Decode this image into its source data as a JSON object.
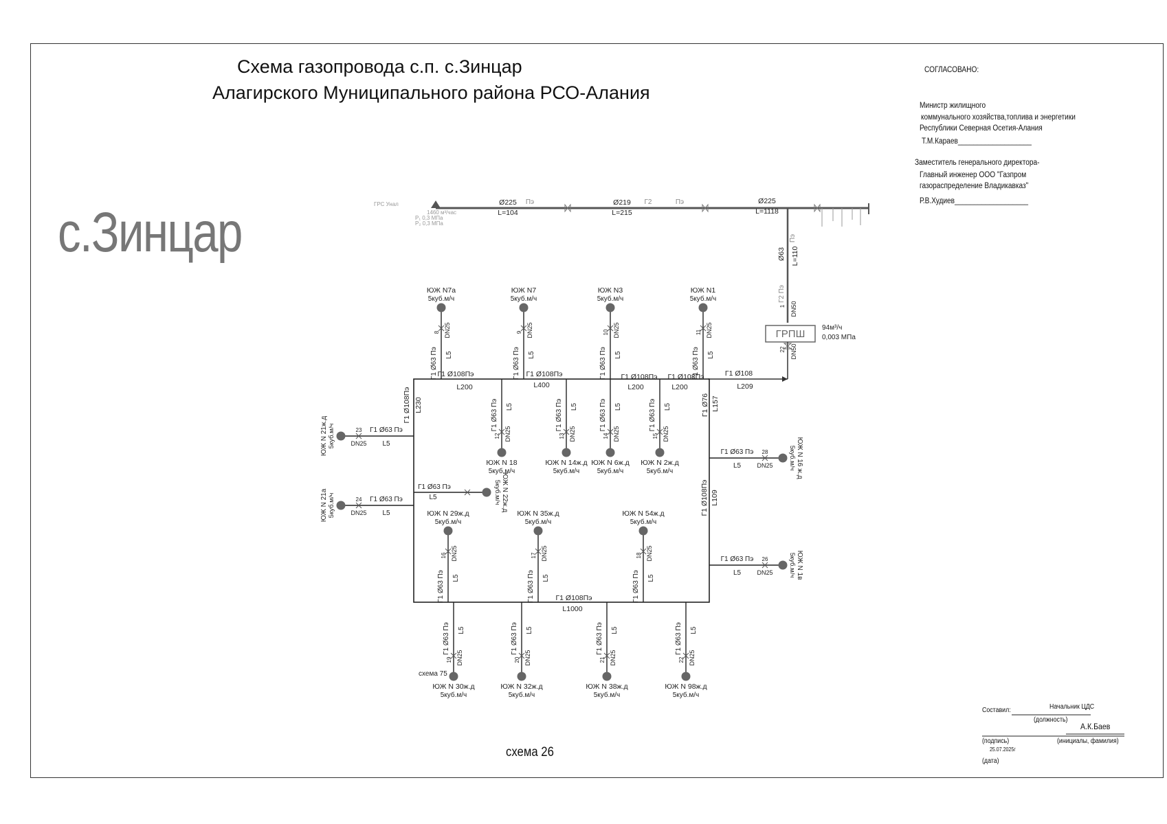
{
  "title": {
    "line1": "Схема газопровода с.п. с.Зинцар",
    "line2": "Алагирского  Муниципального района РСО-Алания"
  },
  "village_name": "с.Зинцар",
  "approval": {
    "heading": "СОГЛАСОВАНО:",
    "block1": [
      "Министр жилищного",
      "коммунального  хозяйства,топлива и энергетики",
      "Республики Северная Осетия-Алания",
      "Т.М.Караев___________________"
    ],
    "block2": [
      "Заместитель генерального директора-",
      "Главный инженер  ООО \"Газпром",
      "газораспределение Владикавказ\"",
      "Р.В.Худиев___________________"
    ]
  },
  "signature": {
    "compiled": "Составил:",
    "position_value": "Начальник ЦДС",
    "position_caption": "(должность)",
    "name_value": "А.К.Баев",
    "sign_caption": "(подпись)",
    "name_caption": "(инициалы, фамилия)",
    "date_value": "25.07.2025г",
    "date_caption": "(дата)"
  },
  "scheme_number": "схема 26",
  "diagram": {
    "source": {
      "label": "ГРС Унал",
      "flow": "1460 м³/час",
      "p_in": "Р₁ 0,3 МПа",
      "p_out": "Р₂ 0,3 МПа"
    },
    "main_segments": [
      {
        "dia": "Ø225",
        "mat": "Пэ",
        "len": "L=104"
      },
      {
        "dia": "Ø219",
        "mat": "Г2",
        "mat2": "Пэ",
        "len": "L=215"
      },
      {
        "dia": "Ø225",
        "mat": "",
        "len": "L=1118"
      }
    ],
    "riser": {
      "dia": "Ø63",
      "mat": "Пэ",
      "len": "L=110",
      "code": "Г2 Пэ",
      "valve": "1",
      "dn": "DN50"
    },
    "grp": {
      "label": "ГРПШ",
      "flow": "94м³/ч",
      "pressure": "0,003 МПа",
      "valve": "22",
      "dn": "DN50"
    },
    "feed": {
      "code": "Г1",
      "dia": "Ø108",
      "len": "L209"
    },
    "loop": [
      {
        "text": "Г1 Ø108Пэ",
        "len": "L200"
      },
      {
        "text": "Г1 Ø108Пэ",
        "len": "L400"
      },
      {
        "text": "Г1 Ø108Пэ",
        "len": "L200"
      },
      {
        "text": "Г1 Ø108Пэ",
        "len": "L200"
      },
      {
        "text": "Г1 Ø108Пэ",
        "len": "L230"
      },
      {
        "text": "Г1 Ø108Пэ",
        "len": "L109"
      },
      {
        "text": "Г1 Ø108Пэ",
        "len": "L1000"
      },
      {
        "text": "Г1  Ø76",
        "len": "L157"
      }
    ],
    "branch_pipe": "Г1 Ø63 Пэ",
    "branch_len": "L5",
    "dn": "DN25",
    "consumers_top": [
      {
        "name": "ЮЖ N7а",
        "flow": "5куб.м/ч",
        "valve": "8"
      },
      {
        "name": "ЮЖ N7",
        "flow": "5куб.м/ч",
        "valve": "9"
      },
      {
        "name": "ЮЖ N3",
        "flow": "5куб.м/ч",
        "valve": "10"
      },
      {
        "name": "ЮЖ N1",
        "flow": "5куб.м/ч",
        "valve": "11"
      }
    ],
    "consumers_inner_top": [
      {
        "name": "ЮЖ N 18",
        "flow": "5куб.м/ч",
        "valve": "12"
      },
      {
        "name": "ЮЖ N 14ж.д",
        "flow": "5куб.м/ч",
        "valve": "13"
      },
      {
        "name": "ЮЖ N 6ж.д",
        "flow": "5куб.м/ч",
        "valve": "14"
      },
      {
        "name": "ЮЖ N 2ж.д",
        "flow": "5куб.м/ч",
        "valve": "15"
      }
    ],
    "consumers_inner_bottom": [
      {
        "name": "ЮЖ N 29ж.д",
        "flow": "5куб.м/ч",
        "valve": "16"
      },
      {
        "name": "ЮЖ N 35ж.д",
        "flow": "5куб.м/ч",
        "valve": "17"
      },
      {
        "name": "ЮЖ N 54ж.д",
        "flow": "5куб.м/ч",
        "valve": "18"
      }
    ],
    "consumers_bottom": [
      {
        "name": "ЮЖ N 30ж.д",
        "flow": "5куб.м/ч",
        "valve": "19"
      },
      {
        "name": "ЮЖ N 32ж.д",
        "flow": "5куб.м/ч",
        "valve": "20"
      },
      {
        "name": "ЮЖ N 38ж.д",
        "flow": "5куб.м/ч",
        "valve": "21"
      },
      {
        "name": "ЮЖ N 98ж.д",
        "flow": "5куб.м/ч",
        "valve": "22"
      }
    ],
    "consumers_left": [
      {
        "name": "ЮЖ N 21ж.д",
        "flow": "5куб.м/ч",
        "valve": "23"
      },
      {
        "name": "ЮЖ N 22ж.д",
        "flow": "5куб.м/ч",
        "valve": ""
      },
      {
        "name": "ЮЖ N 21а",
        "flow": "5куб.м/ч",
        "valve": "24"
      }
    ],
    "consumers_right": [
      {
        "name": "ЮЖ N 16 ж.д",
        "flow": "5куб.м/ч",
        "valve": "28"
      },
      {
        "name": "ЮЖ N 1в",
        "flow": "5куб.м/ч",
        "valve": "26"
      }
    ],
    "scheme_ref": "схема 75"
  }
}
